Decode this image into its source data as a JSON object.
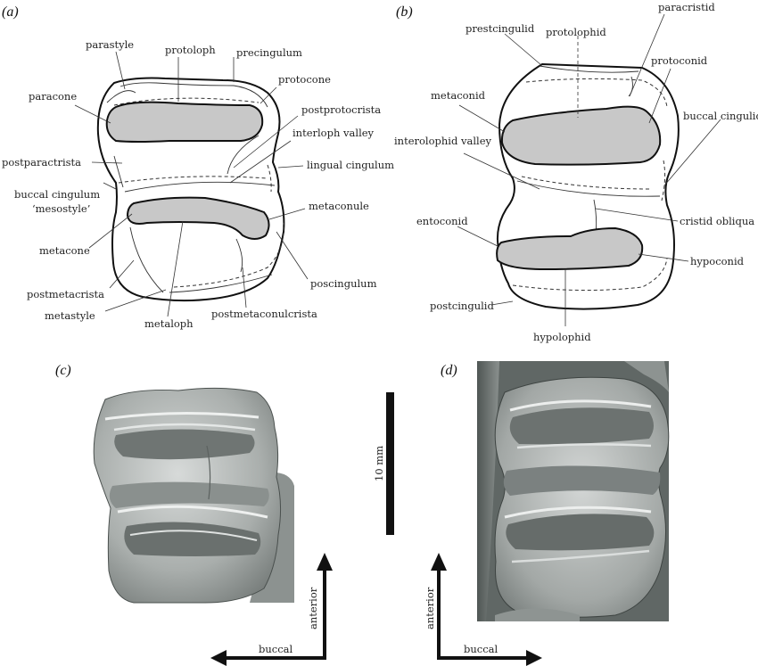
{
  "panels": {
    "a": "(a)",
    "b": "(b)",
    "c": "(c)",
    "d": "(d)"
  },
  "labels_a": {
    "parastyle": "parastyle",
    "protoloph": "protoloph",
    "precingulum": "precingulum",
    "protocone": "protocone",
    "paracone": "paracone",
    "postprotocrista": "postprotocrista",
    "interloph_valley": "interloph valley",
    "postparactrista": "postparactrista",
    "lingual_cingulum": "lingual cingulum",
    "buccal_cingulum": "buccal cingulum",
    "mesostyle": "‘mesostyle’",
    "metaconule": "metaconule",
    "metacone": "metacone",
    "poscingulum": "poscingulum",
    "postmetacrista": "postmetacrista",
    "metastyle": "metastyle",
    "metaloph": "metaloph",
    "postmetaconulcrista": "postmetaconulcrista"
  },
  "labels_b": {
    "paracristid": "paracristid",
    "prestcingulid": "prestcingulid",
    "protolophid": "protolophid",
    "protoconid": "protoconid",
    "metaconid": "metaconid",
    "buccal_cingulid": "buccal cingulid",
    "interolophid_valley": "interolophid valley",
    "entoconid": "entoconid",
    "cristid_obliqua": "cristid obliqua",
    "hypoconid": "hypoconid",
    "postcingulid": "postcingulid",
    "hypolophid": "hypolophid"
  },
  "scale_bar": "10 mm",
  "axes_c": {
    "vertical": "anterior",
    "horizontal": "buccal"
  },
  "axes_d": {
    "vertical": "anterior",
    "horizontal": "buccal"
  }
}
